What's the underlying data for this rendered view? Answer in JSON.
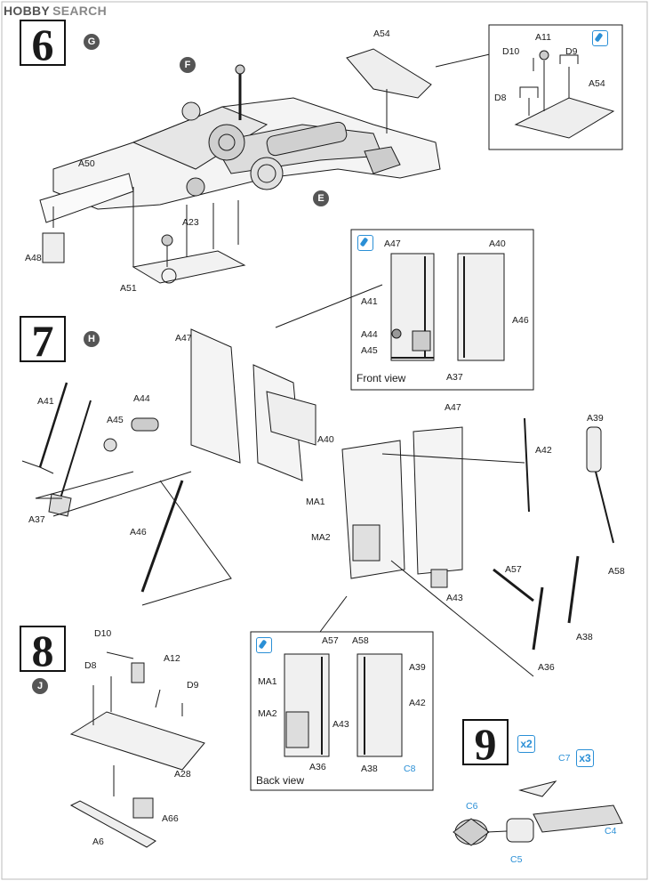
{
  "watermark": {
    "part1": "HOBBY",
    "part2": "SEARCH"
  },
  "steps": {
    "s6": {
      "number": "6",
      "sub": "G"
    },
    "s7": {
      "number": "7",
      "sub": "H"
    },
    "s8": {
      "number": "8",
      "sub": "J"
    },
    "s9": {
      "number": "9",
      "multiplier": "x2"
    }
  },
  "subassemblies": {
    "f": "F",
    "e": "E"
  },
  "boxes": {
    "front_view": "Front view",
    "back_view": "Back view",
    "c3_multiplier": "x3"
  },
  "labels": {
    "a54_top": "A54",
    "a11": "A11",
    "d10_box": "D10",
    "d9_box": "D9",
    "d8_box": "D8",
    "a54_box": "A54",
    "a50": "A50",
    "a23": "A23",
    "a48": "A48",
    "a51": "A51",
    "fv_a47": "A47",
    "fv_a40": "A40",
    "fv_a41": "A41",
    "fv_a46": "A46",
    "fv_a44": "A44",
    "fv_a45": "A45",
    "fv_a37": "A37",
    "s7_a47": "A47",
    "s7_a41": "A41",
    "s7_a44": "A44",
    "s7_a45": "A45",
    "s7_a40": "A40",
    "s7_a37": "A37",
    "s7_a46": "A46",
    "r_a47": "A47",
    "r_a39": "A39",
    "r_a42": "A42",
    "r_ma1": "MA1",
    "r_ma2": "MA2",
    "r_a57": "A57",
    "r_a58": "A58",
    "r_a43": "A43",
    "r_a38": "A38",
    "r_a36": "A36",
    "bv_a57": "A57",
    "bv_a58": "A58",
    "bv_ma1": "MA1",
    "bv_a39": "A39",
    "bv_a42": "A42",
    "bv_ma2": "MA2",
    "bv_a43": "A43",
    "bv_a36": "A36",
    "bv_a38": "A38",
    "bv_c8": "C8",
    "s8_d10": "D10",
    "s8_a12": "A12",
    "s8_d8": "D8",
    "s8_d9": "D9",
    "s8_a28": "A28",
    "s8_a66": "A66",
    "s8_a6": "A6",
    "s9_c7": "C7",
    "s9_c6": "C6",
    "s9_c4": "C4",
    "s9_c5": "C5"
  },
  "colors": {
    "ink": "#1a1a1a",
    "blue": "#2a8fd6",
    "circle": "#555555"
  }
}
